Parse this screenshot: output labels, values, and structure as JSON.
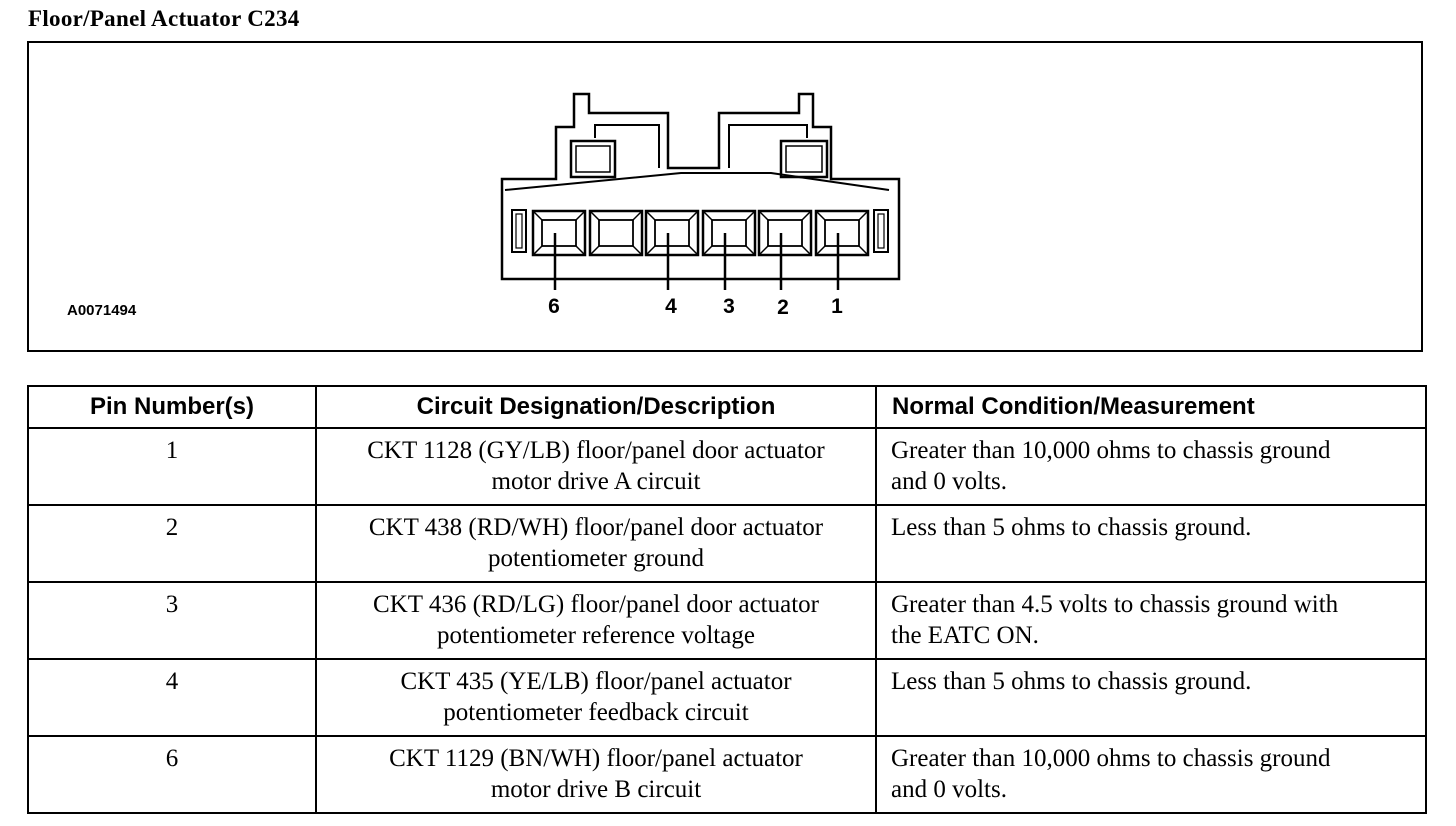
{
  "title": "Floor/Panel Actuator C234",
  "figure": {
    "id": "A0071494",
    "pin_labels": [
      "6",
      "4",
      "3",
      "2",
      "1"
    ]
  },
  "table": {
    "headers": [
      "Pin Number(s)",
      "Circuit Designation/Description",
      "Normal Condition/Measurement"
    ],
    "rows": [
      {
        "pin": "1",
        "desc": [
          "CKT 1128 (GY/LB) floor/panel door actuator",
          "motor drive A circuit"
        ],
        "meas": [
          "Greater than 10,000 ohms to chassis ground",
          "and 0 volts."
        ]
      },
      {
        "pin": "2",
        "desc": [
          "CKT 438 (RD/WH) floor/panel door actuator",
          "potentiometer ground"
        ],
        "meas": [
          "Less than 5 ohms to chassis ground.",
          ""
        ]
      },
      {
        "pin": "3",
        "desc": [
          "CKT 436 (RD/LG) floor/panel door actuator",
          "potentiometer reference voltage"
        ],
        "meas": [
          "Greater than 4.5 volts to chassis ground with",
          "the EATC ON."
        ]
      },
      {
        "pin": "4",
        "desc": [
          "CKT 435 (YE/LB) floor/panel actuator",
          "potentiometer feedback circuit"
        ],
        "meas": [
          "Less than 5 ohms to chassis ground.",
          ""
        ]
      },
      {
        "pin": "6",
        "desc": [
          "CKT 1129 (BN/WH) floor/panel actuator",
          "motor drive B circuit"
        ],
        "meas": [
          "Greater than 10,000 ohms to chassis ground",
          "and 0 volts."
        ]
      }
    ]
  }
}
